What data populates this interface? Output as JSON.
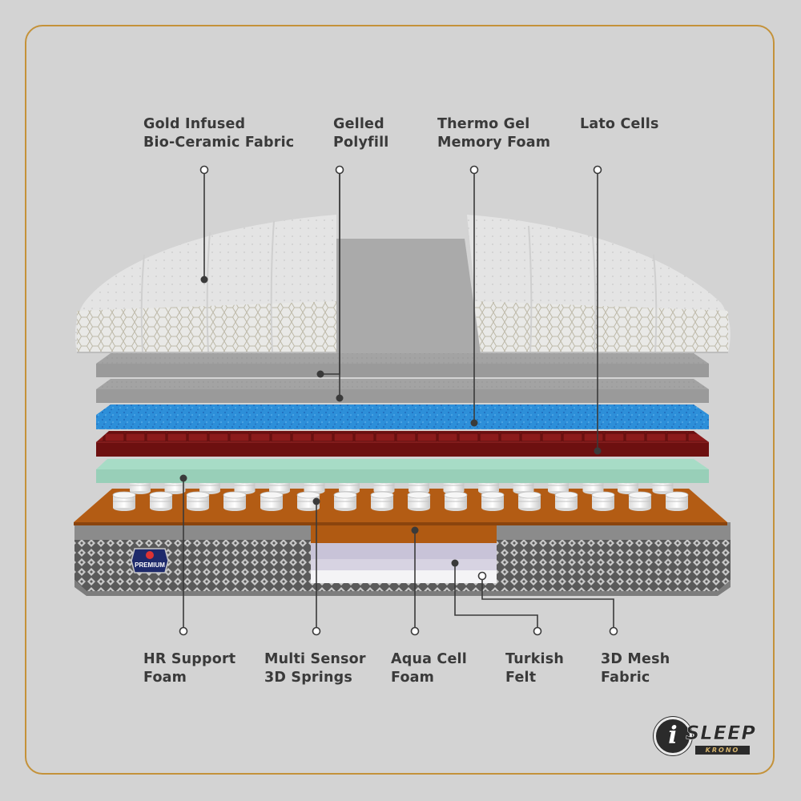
{
  "labels_top": [
    {
      "id": "gold",
      "line1": "Gold Infused",
      "line2": "Bio-Ceramic Fabric"
    },
    {
      "id": "polyfill",
      "line1": "Gelled",
      "line2": "Polyfill"
    },
    {
      "id": "thermo",
      "line1": "Thermo Gel",
      "line2": "Memory Foam"
    },
    {
      "id": "lato",
      "line1": "Lato Cells",
      "line2": ""
    }
  ],
  "labels_bottom": [
    {
      "id": "hr",
      "line1": "HR Support",
      "line2": "Foam"
    },
    {
      "id": "springs",
      "line1": "Multi Sensor",
      "line2": "3D Springs"
    },
    {
      "id": "aqua",
      "line1": "Aqua Cell",
      "line2": "Foam"
    },
    {
      "id": "felt",
      "line1": "Turkish",
      "line2": "Felt"
    },
    {
      "id": "mesh",
      "line1": "3D Mesh",
      "line2": "Fabric"
    }
  ],
  "badge": {
    "text": "PREMIUM"
  },
  "brand": {
    "mark": "i",
    "name": "SLEEP",
    "sub": "KRONO"
  },
  "colors": {
    "background": "#d3d3d3",
    "frame": "#c4923a",
    "fabric": "#e6e6e6",
    "gelled_polyfill": "#a9a9a9",
    "memory_foam": "#2c8fd8",
    "lato_cells": "#7a1515",
    "hr_foam": "#a6dcc6",
    "aqua_cell_foam": "#b05a12",
    "mesh_border": "#8c8c8c"
  }
}
